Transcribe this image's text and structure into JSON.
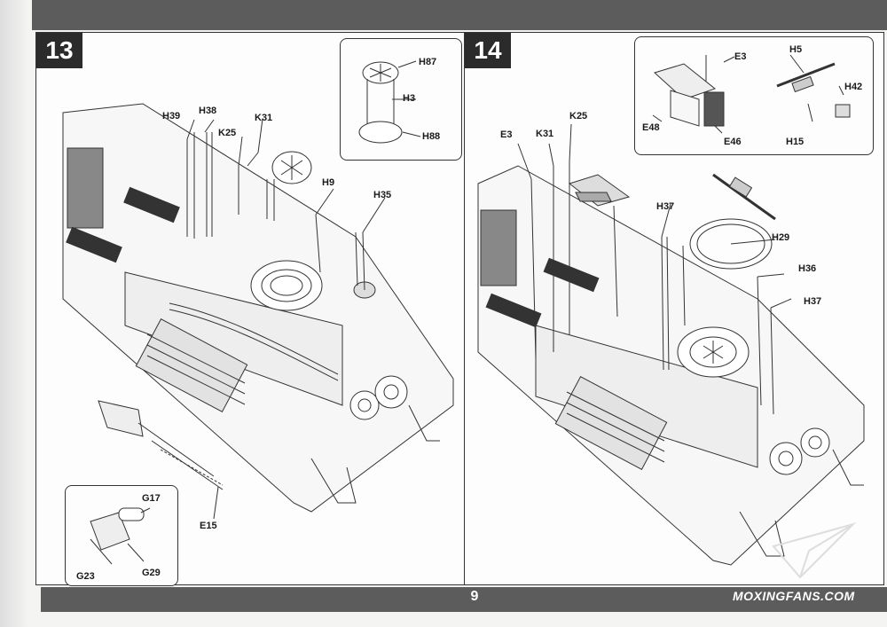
{
  "page": {
    "number": "9"
  },
  "watermark": "MOXINGFANS.COM",
  "steps": [
    {
      "number": "13",
      "inset_labels": [
        "H87",
        "H3",
        "H88"
      ],
      "labels": [
        "H39",
        "H38",
        "K25",
        "K31",
        "H9",
        "H35",
        "E15"
      ],
      "sub_inset_labels": [
        "G17",
        "G23",
        "G29"
      ]
    },
    {
      "number": "14",
      "inset_labels": [
        "E3",
        "E48",
        "E46",
        "H5",
        "H42",
        "H15"
      ],
      "labels": [
        "K25",
        "E3",
        "K31",
        "H37",
        "H29",
        "H36",
        "H37"
      ]
    }
  ]
}
